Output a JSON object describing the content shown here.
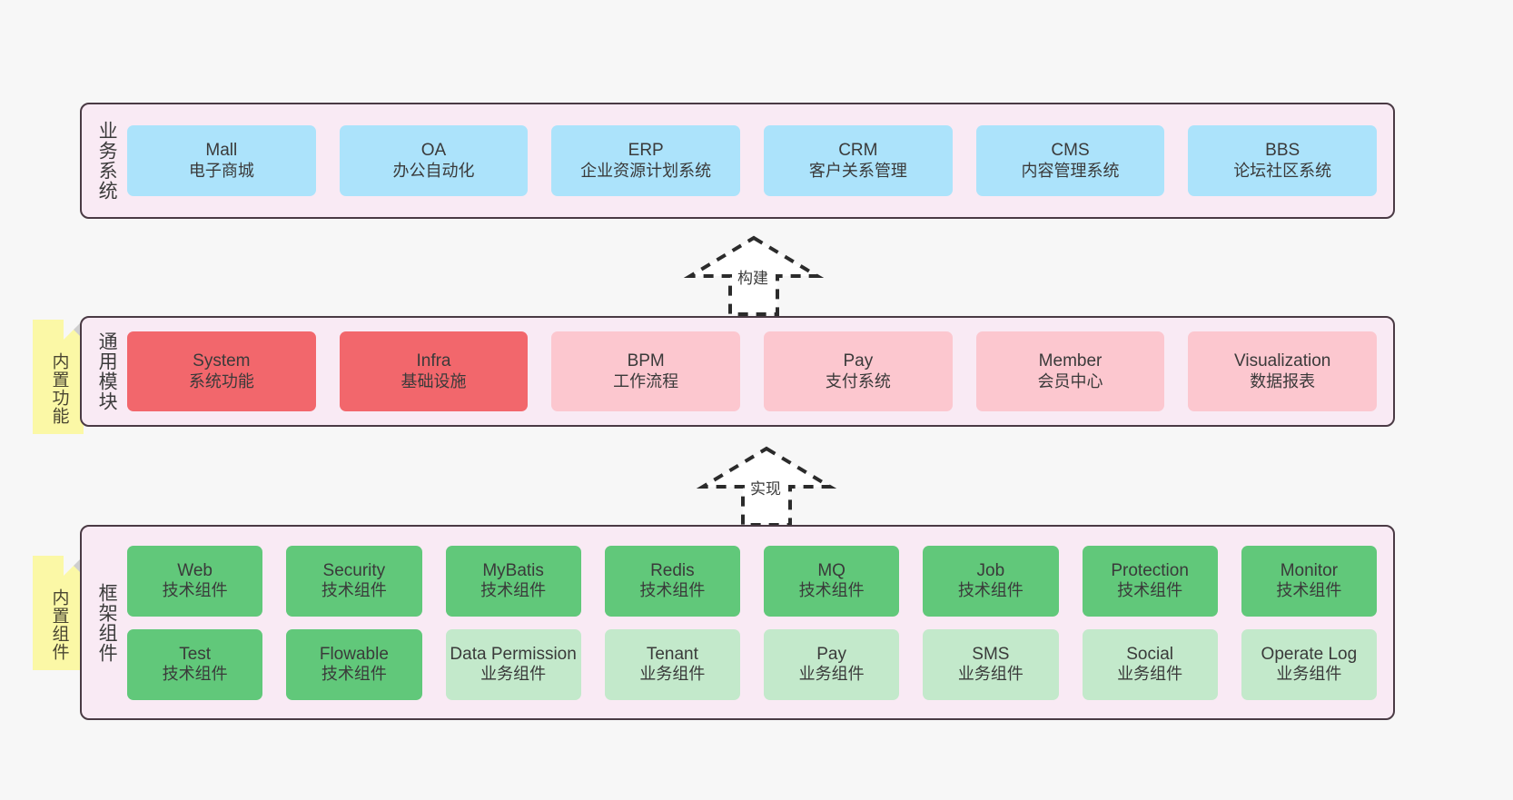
{
  "diagram": {
    "background_color": "#f7f7f7",
    "panel_color": "#f9eaf4",
    "panel_border_color": "#4a3a44",
    "note_color": "#fbf8a6",
    "colors": {
      "business": "#ace3fb",
      "module_core": "#f2676c",
      "module_soft": "#fcc7cf",
      "tech_component": "#61c87a",
      "business_component": "#c3e9cb"
    }
  },
  "layers": [
    {
      "id": "business-systems",
      "title": "业务系统",
      "rows": [
        {
          "style": "biz",
          "nodes": [
            {
              "en": "Mall",
              "cn": "电子商城"
            },
            {
              "en": "OA",
              "cn": "办公自动化"
            },
            {
              "en": "ERP",
              "cn": "企业资源计划系统"
            },
            {
              "en": "CRM",
              "cn": "客户关系管理"
            },
            {
              "en": "CMS",
              "cn": "内容管理系统"
            },
            {
              "en": "BBS",
              "cn": "论坛社区系统"
            }
          ]
        }
      ]
    },
    {
      "id": "common-modules",
      "title": "通用模块",
      "note": "内置功能",
      "rows": [
        {
          "nodes": [
            {
              "en": "System",
              "cn": "系统功能",
              "style": "mod-core"
            },
            {
              "en": "Infra",
              "cn": "基础设施",
              "style": "mod-core"
            },
            {
              "en": "BPM",
              "cn": "工作流程",
              "style": "mod-soft"
            },
            {
              "en": "Pay",
              "cn": "支付系统",
              "style": "mod-soft"
            },
            {
              "en": "Member",
              "cn": "会员中心",
              "style": "mod-soft"
            },
            {
              "en": "Visualization",
              "cn": "数据报表",
              "style": "mod-soft"
            }
          ]
        }
      ]
    },
    {
      "id": "framework-components",
      "title": "框架组件",
      "note": "内置组件",
      "rows": [
        {
          "nodes": [
            {
              "en": "Web",
              "cn": "技术组件",
              "style": "tech"
            },
            {
              "en": "Security",
              "cn": "技术组件",
              "style": "tech"
            },
            {
              "en": "MyBatis",
              "cn": "技术组件",
              "style": "tech"
            },
            {
              "en": "Redis",
              "cn": "技术组件",
              "style": "tech"
            },
            {
              "en": "MQ",
              "cn": "技术组件",
              "style": "tech"
            },
            {
              "en": "Job",
              "cn": "技术组件",
              "style": "tech"
            },
            {
              "en": "Protection",
              "cn": "技术组件",
              "style": "tech"
            },
            {
              "en": "Monitor",
              "cn": "技术组件",
              "style": "tech"
            }
          ]
        },
        {
          "nodes": [
            {
              "en": "Test",
              "cn": "技术组件",
              "style": "tech"
            },
            {
              "en": "Flowable",
              "cn": "技术组件",
              "style": "tech"
            },
            {
              "en": "Data Permission",
              "cn": "业务组件",
              "style": "bizcomp"
            },
            {
              "en": "Tenant",
              "cn": "业务组件",
              "style": "bizcomp"
            },
            {
              "en": "Pay",
              "cn": "业务组件",
              "style": "bizcomp"
            },
            {
              "en": "SMS",
              "cn": "业务组件",
              "style": "bizcomp"
            },
            {
              "en": "Social",
              "cn": "业务组件",
              "style": "bizcomp"
            },
            {
              "en": "Operate Log",
              "cn": "业务组件",
              "style": "bizcomp"
            }
          ]
        }
      ]
    }
  ],
  "connectors": [
    {
      "id": "build",
      "label": "构建"
    },
    {
      "id": "implement",
      "label": "实现"
    }
  ]
}
